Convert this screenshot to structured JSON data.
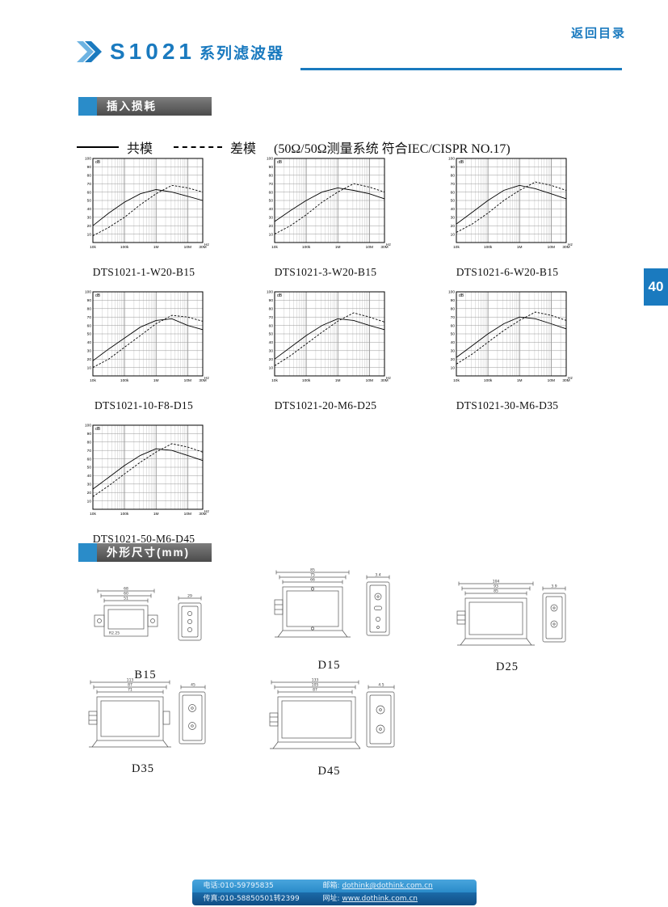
{
  "header": {
    "back_link": "返回目录",
    "series_code": "S1021",
    "series_suffix": "系列滤波器"
  },
  "page_number": "40",
  "sections": {
    "insertion_loss": "插入损耗",
    "dimensions": "外形尺寸(mm)"
  },
  "legend": {
    "common": "共模",
    "diff": "差模",
    "note": "(50Ω/50Ω测量系统 符合IEC/CISPR NO.17)"
  },
  "chart_axis": {
    "ylabel": "dB",
    "xlabel": "Hz",
    "x_ticks": [
      "10k",
      "100k",
      "1M",
      "10M",
      "30M"
    ],
    "ylim": [
      0,
      100
    ],
    "x_scale": "log10(f/10kHz)",
    "x_log": [
      0,
      0.5,
      1,
      1.5,
      2,
      2.5,
      3,
      3.477
    ],
    "grid": "on"
  },
  "chart_data": [
    {
      "type": "line",
      "title": "DTS1021-1-W20-B15",
      "series": [
        {
          "name": "共模",
          "style": "solid",
          "values": [
            20,
            35,
            48,
            58,
            63,
            60,
            55,
            50
          ]
        },
        {
          "name": "差模",
          "style": "dashed",
          "values": [
            8,
            18,
            30,
            45,
            58,
            68,
            65,
            60
          ]
        }
      ]
    },
    {
      "type": "line",
      "title": "DTS1021-3-W20-B15",
      "series": [
        {
          "name": "共模",
          "style": "solid",
          "values": [
            25,
            38,
            50,
            60,
            65,
            62,
            58,
            52
          ]
        },
        {
          "name": "差模",
          "style": "dashed",
          "values": [
            10,
            20,
            33,
            48,
            60,
            70,
            66,
            60
          ]
        }
      ]
    },
    {
      "type": "line",
      "title": "DTS1021-6-W20-B15",
      "series": [
        {
          "name": "共模",
          "style": "solid",
          "values": [
            22,
            36,
            50,
            62,
            68,
            64,
            58,
            52
          ]
        },
        {
          "name": "差模",
          "style": "dashed",
          "values": [
            12,
            22,
            35,
            50,
            62,
            72,
            68,
            62
          ]
        }
      ]
    },
    {
      "type": "line",
      "title": "DTS1021-10-F8-D15",
      "series": [
        {
          "name": "共模",
          "style": "solid",
          "values": [
            18,
            32,
            45,
            58,
            66,
            68,
            60,
            55
          ]
        },
        {
          "name": "差模",
          "style": "dashed",
          "values": [
            10,
            20,
            34,
            48,
            62,
            72,
            70,
            65
          ]
        }
      ]
    },
    {
      "type": "line",
      "title": "DTS1021-20-M6-D25",
      "series": [
        {
          "name": "共模",
          "style": "solid",
          "values": [
            20,
            34,
            48,
            60,
            68,
            66,
            60,
            55
          ]
        },
        {
          "name": "差模",
          "style": "dashed",
          "values": [
            12,
            24,
            38,
            52,
            65,
            75,
            70,
            64
          ]
        }
      ]
    },
    {
      "type": "line",
      "title": "DTS1021-30-M6-D35",
      "series": [
        {
          "name": "共模",
          "style": "solid",
          "values": [
            22,
            36,
            50,
            62,
            70,
            68,
            62,
            56
          ]
        },
        {
          "name": "差模",
          "style": "dashed",
          "values": [
            14,
            26,
            40,
            54,
            66,
            76,
            72,
            66
          ]
        }
      ]
    },
    {
      "type": "line",
      "title": "DTS1021-50-M6-D45",
      "series": [
        {
          "name": "共模",
          "style": "solid",
          "values": [
            24,
            38,
            52,
            64,
            72,
            70,
            64,
            58
          ]
        },
        {
          "name": "差模",
          "style": "dashed",
          "values": [
            15,
            28,
            42,
            56,
            68,
            78,
            74,
            68
          ]
        }
      ]
    }
  ],
  "drawings": {
    "b15": {
      "label": "B15",
      "dims": {
        "top1": "68",
        "top2": "60",
        "top3": "51",
        "side": "29",
        "note": "R2.25"
      }
    },
    "d15": {
      "label": "D15",
      "dims": {
        "top1": "85",
        "top2": "75",
        "top3": "66",
        "side": "3.4"
      }
    },
    "d25": {
      "label": "D25",
      "dims": {
        "top1": "104",
        "top2": "93",
        "top3": "85",
        "side": "3.9"
      }
    },
    "d35": {
      "label": "D35",
      "dims": {
        "top1": "113",
        "top2": "87",
        "top3": "71",
        "side": "45"
      }
    },
    "d45": {
      "label": "D45",
      "dims": {
        "top1": "133",
        "top2": "105",
        "top3": "87",
        "side": "4.5"
      }
    }
  },
  "footer": {
    "phone": "电话:010-59795835",
    "fax": "传真:010-58850501转2399",
    "email_label": "邮箱:",
    "email": "dothink@dothink.com.cn",
    "web_label": "网址:",
    "web": "www.dothink.com.cn"
  },
  "colors": {
    "accent": "#1a7abf",
    "section_bar": "#4b4b4b"
  }
}
